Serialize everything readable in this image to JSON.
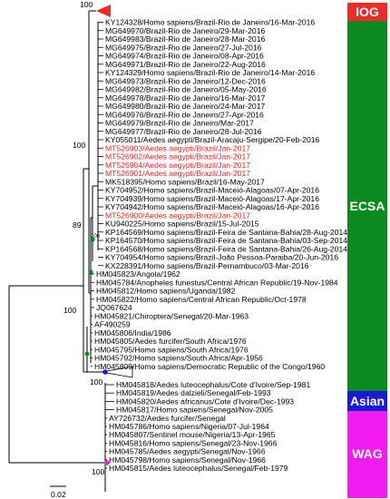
{
  "colors": {
    "IOG": "#ee2a2a",
    "ECSA": "#0a8a1f",
    "Asian": "#1a1ad6",
    "WAG": "#f21cf2",
    "highlight": "#ee2222",
    "branch": "#000000",
    "label": "#000000"
  },
  "lineages": [
    {
      "key": "IOG",
      "label": "IOG"
    },
    {
      "key": "ECSA",
      "label": "ECSA"
    },
    {
      "key": "Asian",
      "label": "Asian"
    },
    {
      "key": "WAG",
      "label": "WAG"
    }
  ],
  "bootstrap": {
    "iog": "100",
    "ecsa": "100",
    "ecsa_main": "89",
    "fsa": "100",
    "root": "100",
    "wag": "100"
  },
  "scale_bar": {
    "label": "0.02",
    "value": 0.02
  },
  "taxa": [
    {
      "label": "KY124328/Homo sapiens/Brazil-Rio de Janeiro/16-Mar-2016",
      "highlight": false
    },
    {
      "label": "MG649970/Brazil-Rio de Janeiro/29-Mar-2016",
      "highlight": false
    },
    {
      "label": "MG649983/Brazil-Rio de Janeiro/28-Mar-2016",
      "highlight": false
    },
    {
      "label": "MG649975/Brazil-Rio de Janeiro/27-Jul-2016",
      "highlight": false
    },
    {
      "label": "MG649974/Brazil-Rio de Janeiro/08-Apr-2016",
      "highlight": false
    },
    {
      "label": "MG649971/Brazil-Rio de Janeiro/22-Aug-2016",
      "highlight": false
    },
    {
      "label": "KY124329/Homo sapiens/Brazil-Rio de Janeiro/14-Mar-2016",
      "highlight": false
    },
    {
      "label": "MG649973/Brazil-Rio de Janeiro/12-Dec-2016",
      "highlight": false
    },
    {
      "label": "MG649982/Brazil-Rio de Janeiro/05-May-2016",
      "highlight": false
    },
    {
      "label": "MG649978/Brazil-Rio de Janeiro/16-Mar-2017",
      "highlight": false
    },
    {
      "label": "MG649980/Brazil-Rio de Janeiro/24-Mar-2017",
      "highlight": false
    },
    {
      "label": "MG649976/Brazil-Rio de Janeiro/27-Apr-2016",
      "highlight": false
    },
    {
      "label": "MG649979/Brazil-Rio de Janeiro/Mar-2017",
      "highlight": false
    },
    {
      "label": "MG649977/Brazil-Rio de Janeiro/28-Jul-2016",
      "highlight": false
    },
    {
      "label": "KY055011/Aedes aegypti/Brazil-Aracaju-Sergipe/20-Feb-2016",
      "highlight": false
    },
    {
      "label": "MT526903/Aedes aegypti/Brazil/Jan-2017",
      "highlight": true
    },
    {
      "label": "MT526902/Aedes aegypti/Brazil/Jan-2017",
      "highlight": true
    },
    {
      "label": "MT526904/Aedes aegypti/Brazil/Jan-2017",
      "highlight": true
    },
    {
      "label": "MT526901/Aedes aegypti/Brazil/Jan-2017",
      "highlight": true
    },
    {
      "label": "MK518395/Homo sapiens/Brazil/16-May-2017",
      "highlight": false
    },
    {
      "label": "KY704952/Homo sapiens/Brazil-Maceió-Alagoas/07-Apr-2016",
      "highlight": false
    },
    {
      "label": "KY704939/Homo sapiens/Brazil-Maceió-Alagoas/17-Apr-2016",
      "highlight": false
    },
    {
      "label": "KY704942/Homo sapiens/Brazil-Maceió-Alagoas/16-Apr-2016",
      "highlight": false
    },
    {
      "label": "MT526900/Aedes aegypti/Brazil/Jan-2017",
      "highlight": true
    },
    {
      "label": "KU940225/Homo sapiens/Brazil/15-Jul-2015",
      "highlight": false
    },
    {
      "label": "KP164569/Homo sapiens/Brazil-Feira de Santana-Bahia/28-Aug-2014",
      "highlight": false
    },
    {
      "label": "KP164570/Homo sapiens/Brazil-Feira de Santana-Bahia/03-Sep-2014",
      "highlight": false
    },
    {
      "label": "KP164568/Homo sapiens/Brazil-Feira de Santana-Bahia/26-Aug-2014",
      "highlight": false
    },
    {
      "label": "KY704954/Homo sapiens/Brazil-João Pessoa-Paraiba/20-Jun-2016",
      "highlight": false
    },
    {
      "label": "KX228391/Homo sapiens/Brazil-Pernambuco/03-Mar-2016",
      "highlight": false
    },
    {
      "label": "HM045823/Angola/1962",
      "highlight": false
    },
    {
      "label": "HM045784/Anopheles funestus/Central African Republic/19-Nov-1984",
      "highlight": false
    },
    {
      "label": "HM045812/Homo sapiens/Uganda/1982",
      "highlight": false
    },
    {
      "label": "HM045822/Homo sapiens/Central African Republic/Oct-1978",
      "highlight": false
    },
    {
      "label": "JQ067624",
      "highlight": false
    },
    {
      "label": "HM045821/Chiroptera/Senegal/20-Mar-1963",
      "highlight": false
    },
    {
      "label": "AF490259",
      "highlight": false
    },
    {
      "label": "HM045806/India/1986",
      "highlight": false
    },
    {
      "label": "HM045805/Aedes furcifer/South Africa/1976",
      "highlight": false
    },
    {
      "label": "HM045795/Homo sapiens/South Africa/1976",
      "highlight": false
    },
    {
      "label": "HM045792/Homo sapiens/South Africa/Apr-1956",
      "highlight": false
    },
    {
      "label": "HM045809/Homo sapiens/Democratic Republic of the Congo/1960",
      "highlight": false
    },
    {
      "label": "HM045818/Aedes luteocephalus/Cote d'Ivoire/Sep-1981",
      "highlight": false
    },
    {
      "label": "HM045819/Aedes dalzieli/Senegal/Feb-1993",
      "highlight": false
    },
    {
      "label": "HM045820/Aedes africanus/Cote d'Ivoire/Dec-1993",
      "highlight": false
    },
    {
      "label": "HM045817/Homo sapiens/Senegal/Nov-2005",
      "highlight": false
    },
    {
      "label": "AY726732/Aedes furcifer/Senegal",
      "highlight": false
    },
    {
      "label": "HM045786/Homo sapiens/Nigeria/07-Jul-1964",
      "highlight": false
    },
    {
      "label": "HM045807/Sentinel mouse/Nigeria/13-Apr-1965",
      "highlight": false
    },
    {
      "label": "HM045816/Homo sapiens/Senegal/23-Nov-1966",
      "highlight": false
    },
    {
      "label": "HM045785/Aedes aegypti/Senegal/Nov-1966",
      "highlight": false
    },
    {
      "label": "HM045798/Homo sapiens/Senegal/Nov-1966",
      "highlight": false
    },
    {
      "label": "HM045815/Aedes luteocephalus/Senegal/Feb-1979",
      "highlight": false
    }
  ]
}
